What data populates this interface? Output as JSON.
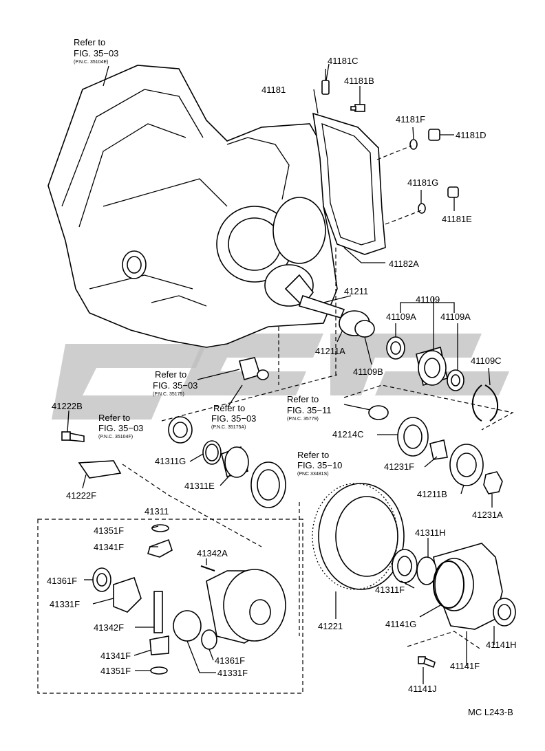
{
  "diagram_code": "MC  L243-B",
  "colors": {
    "line": "#000000",
    "background": "#ffffff",
    "watermark": "#bdbdbd"
  },
  "references": [
    {
      "id": "ref1",
      "refer_to": "Refer to",
      "fig": "FIG. 35−03",
      "pnc": "(P.N.C. 35104E)"
    },
    {
      "id": "ref2",
      "refer_to": "Refer to",
      "fig": "FIG. 35−03",
      "pnc": "(P.N.C. 35175)"
    },
    {
      "id": "ref3",
      "refer_to": "Refer to",
      "fig": "FIG. 35−03",
      "pnc": "(P.N.C. 35175A)"
    },
    {
      "id": "ref4",
      "refer_to": "Refer to",
      "fig": "FIG. 35−11",
      "pnc": "(P.N.C. 35779)"
    },
    {
      "id": "ref5",
      "refer_to": "Refer to",
      "fig": "FIG. 35−03",
      "pnc": "(P.N.C. 35104F)"
    },
    {
      "id": "ref6",
      "refer_to": "Refer to",
      "fig": "FIG. 35−10",
      "pnc": "(PNC 33481S)"
    }
  ],
  "part_labels": [
    "41181C",
    "41181",
    "41181B",
    "41181F",
    "41181D",
    "41181G",
    "41181E",
    "41182A",
    "41211",
    "41109",
    "41109A",
    "41109A",
    "41211A",
    "41109B",
    "41109C",
    "41222B",
    "41214C",
    "41311G",
    "41231F",
    "41311E",
    "41222F",
    "41211B",
    "41231A",
    "41311",
    "41351F",
    "41341F",
    "41342A",
    "41311H",
    "41361F",
    "41331F",
    "41221",
    "41311F",
    "41342F",
    "41141G",
    "41141H",
    "41341F",
    "41361F",
    "41351F",
    "41331F",
    "41141F",
    "41141J"
  ]
}
